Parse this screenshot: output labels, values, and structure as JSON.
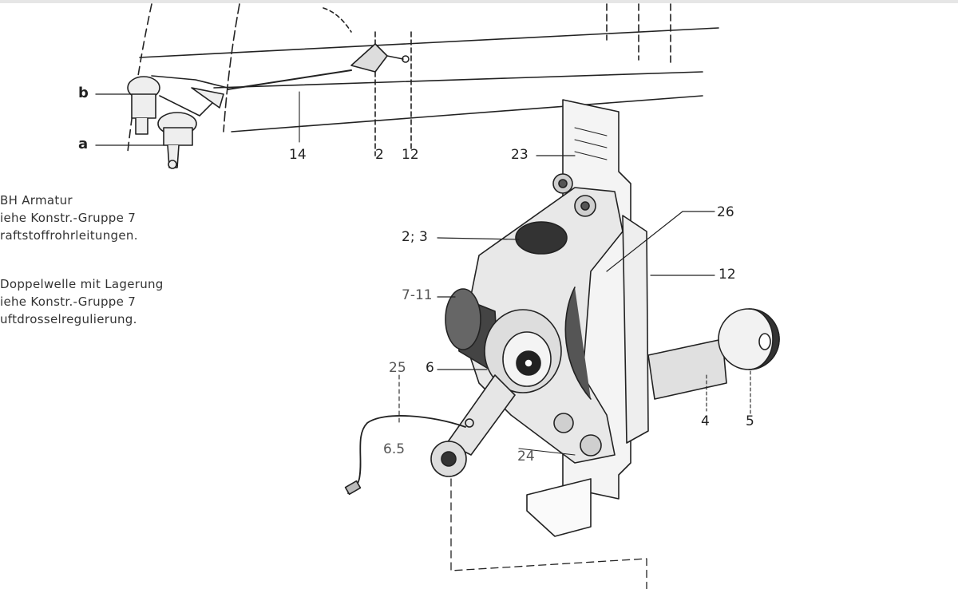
{
  "notes": [
    [
      "BH Armatur",
      "iehe Konstr.-Gruppe 7",
      "raftstoffrohrleitungen."
    ],
    [
      "Doppelwelle mit Lagerung",
      "iehe Konstr.-Gruppe 7",
      "uftdrosselregulierung."
    ]
  ],
  "labels": {
    "b": "b",
    "a": "a",
    "n14": "14",
    "n2": "2",
    "n12_top": "12",
    "n23": "23",
    "n26": "26",
    "n2_3": "2; 3",
    "n12": "12",
    "n7_11": "7-11",
    "n25": "25",
    "n6": "6",
    "n6_5": "6.5",
    "n24": "24",
    "n4": "4",
    "n5": "5"
  }
}
